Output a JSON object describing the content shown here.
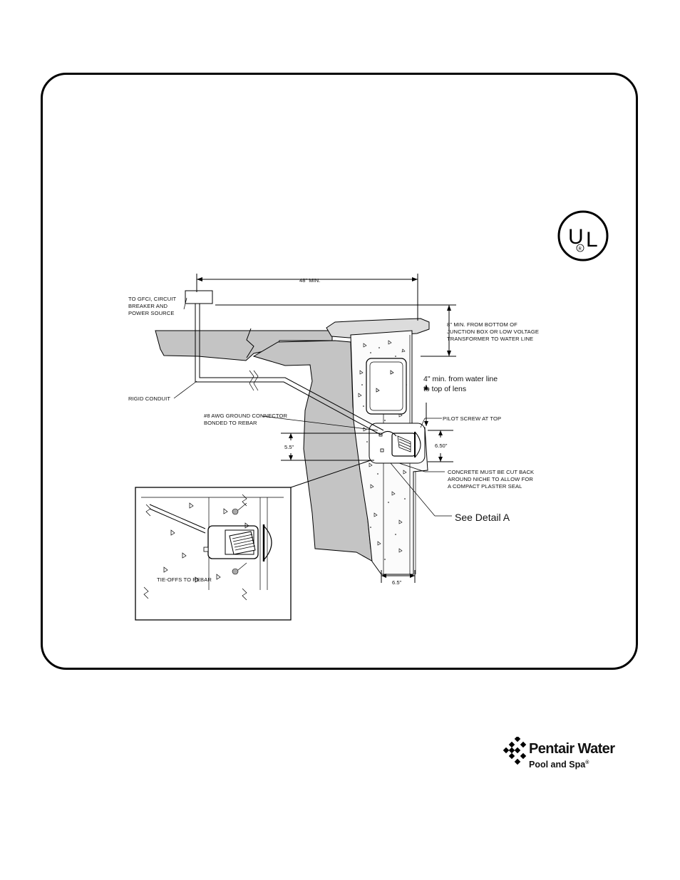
{
  "ul_mark": {
    "u": "U",
    "l": "L",
    "registered": "R"
  },
  "labels": {
    "dim_48_min": "48\" MIN.",
    "gfci": [
      "TO GFCI, CIRCUIT",
      "BREAKER AND",
      "POWER SOURCE"
    ],
    "junction_8_min": [
      "8\" MIN. FROM BOTTOM OF",
      "JUNCTION BOX OR LOW VOLTAGE",
      "TRANSFORMER TO WATER LINE"
    ],
    "lens_4_min": [
      "4\" min. from water line",
      "to top of lens"
    ],
    "rigid_conduit": "RIGID CONDUIT",
    "ground_connector": [
      "#8 AWG GROUND CONNECTOR",
      "BONDED TO REBAR"
    ],
    "pilot_screw": "PILOT SCREW AT TOP",
    "dim_5_5": "5.5\"",
    "dim_6_50": "6.50\"",
    "concrete_cut": [
      "CONCRETE MUST BE CUT BACK",
      "AROUND NICHE TO ALLOW FOR",
      "A COMPACT PLASTER SEAL"
    ],
    "see_detail": "See Detail A",
    "dim_6_5": "6.5\"",
    "tie_offs": "TIE-OFFS TO REBAR"
  },
  "logo": {
    "title": "Pentair Water",
    "subtitle": "Pool and Spa",
    "registered": "®"
  },
  "colors": {
    "wall_gray": "#c4c4c4",
    "stroke": "#000000"
  }
}
